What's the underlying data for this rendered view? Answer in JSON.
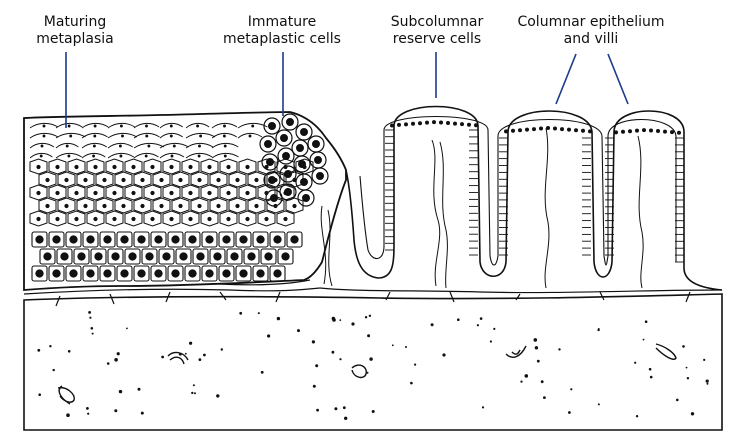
{
  "labels": {
    "maturing": {
      "line1": "Maturing",
      "line2": "metaplasia"
    },
    "immature": {
      "line1": "Immature",
      "line2": "metaplastic cells"
    },
    "subcolumnar": {
      "line1": "Subcolumnar",
      "line2": "reserve cells"
    },
    "columnar": {
      "line1": "Columnar epithelium",
      "line2": "and villi"
    }
  },
  "colors": {
    "ink": "#111111",
    "leader": "#1a3a8a",
    "background": "#ffffff"
  }
}
